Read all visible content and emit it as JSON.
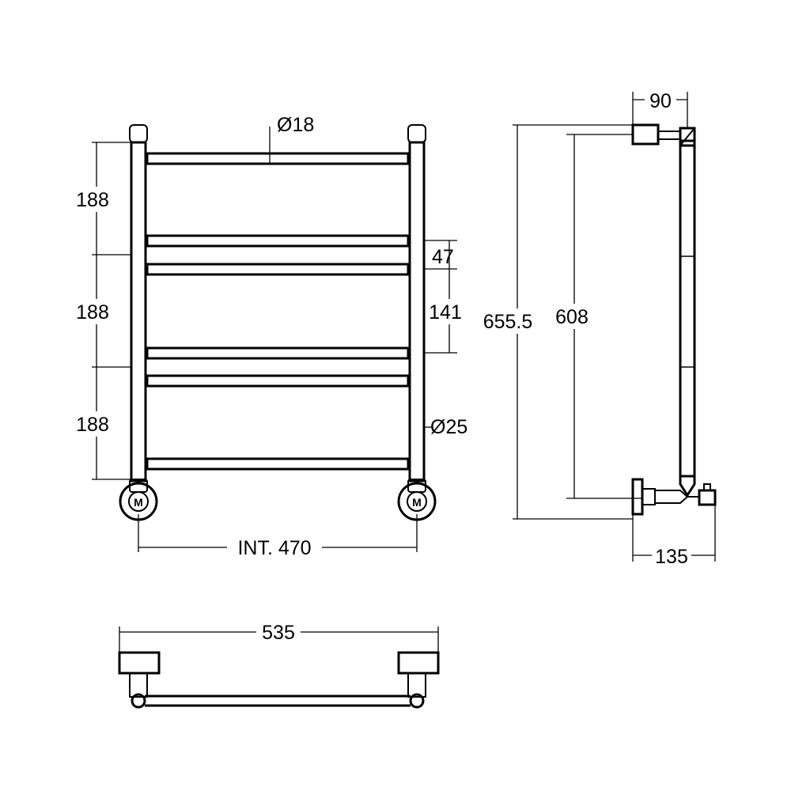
{
  "dimensions": {
    "bar_diameter": "Ø18",
    "spacing_top": "188",
    "spacing_middle": "188",
    "spacing_bottom": "188",
    "pair_gap": "47",
    "pair_span": "141",
    "post_diameter": "Ø25",
    "internal_width": "INT. 470",
    "overall_height": "655.5",
    "centre_height": "608",
    "top_projection": "90",
    "wall_projection": "135",
    "overall_width": "535"
  },
  "logo": {
    "mark": "M"
  }
}
